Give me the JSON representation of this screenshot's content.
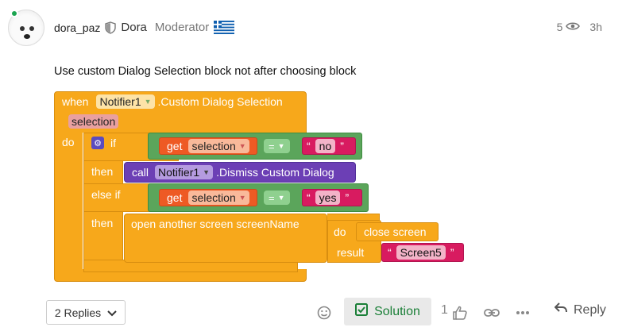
{
  "post": {
    "username": "dora_paz",
    "full_name": "Dora",
    "role": "Moderator",
    "views": "5",
    "age": "3h",
    "body": "Use custom Dialog Selection block not after choosing block"
  },
  "blocks": {
    "when": "when",
    "component": "Notifier1",
    "event": ".Custom Dialog Selection",
    "param": "selection",
    "do": "do",
    "if": "if",
    "get": "get",
    "var": "selection",
    "eq": "=",
    "quote_open": "“",
    "quote_close": "”",
    "val_no": "no",
    "then": "then",
    "call": "call",
    "call_component": "Notifier1",
    "call_method": ".Dismiss Custom Dialog",
    "else_if": "else if",
    "val_yes": "yes",
    "then2": "then",
    "open_screen": "open another screen  screenName",
    "do2": "do",
    "close_screen": "close screen",
    "result": "result",
    "screen_val": "Screen5"
  },
  "footer": {
    "replies_label": "2 Replies",
    "solution_label": "Solution",
    "like_count": "1",
    "reply_label": "Reply"
  },
  "colors": {
    "event_orange": "#f7a81b",
    "logic_green": "#5ba55b",
    "variable_red": "#ee5a24",
    "text_pink": "#d81b60",
    "component_purple": "#6c3fb5",
    "solution_green": "#1a7f37"
  }
}
